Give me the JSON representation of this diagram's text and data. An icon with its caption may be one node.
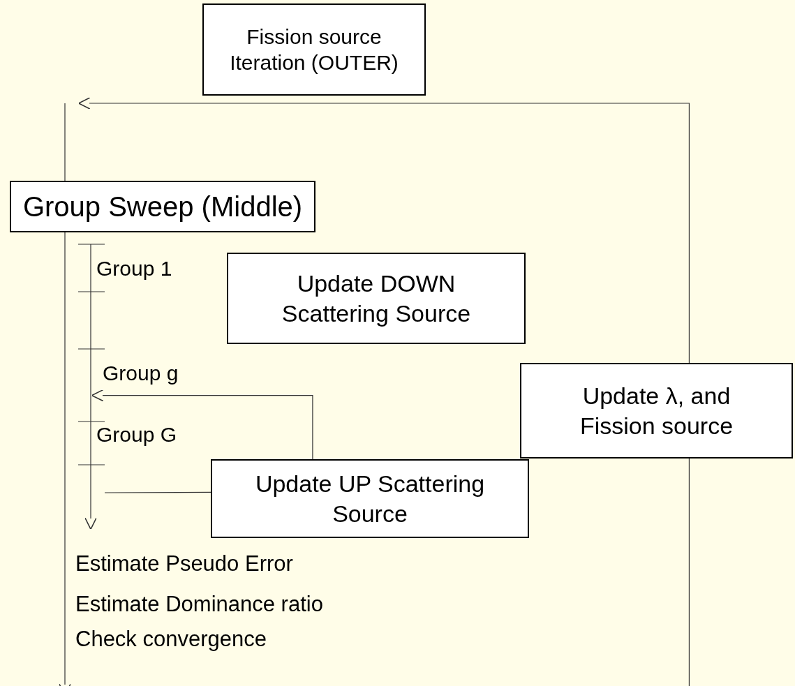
{
  "diagram": {
    "nodes": [
      {
        "text": [
          "Fission source Iteration (OUTER)"
        ]
      },
      {
        "text": [
          "Group Sweep (Middle)"
        ]
      },
      {
        "text": [
          "Group 1"
        ]
      },
      {
        "text": [
          "Update DOWN Scattering Source"
        ]
      },
      {
        "text": [
          "Group g"
        ]
      },
      {
        "text": [
          "Update λ, and Fission source"
        ]
      },
      {
        "text": [
          "Group G"
        ]
      },
      {
        "text": [
          "Update UP Scattering Source"
        ]
      }
    ],
    "edges": [
      {
        "from": 5,
        "to": null,
        "arrow": "to"
      },
      {
        "from": 7,
        "to": 4,
        "arrow": "to"
      },
      {
        "from": null,
        "to": 7,
        "arrow": "none"
      },
      {
        "from": 5,
        "to": null,
        "arrow": "none"
      }
    ],
    "labels": [
      "Estimate Pseudo Error",
      "Estimate Dominance ratio",
      "Check convergence"
    ]
  }
}
